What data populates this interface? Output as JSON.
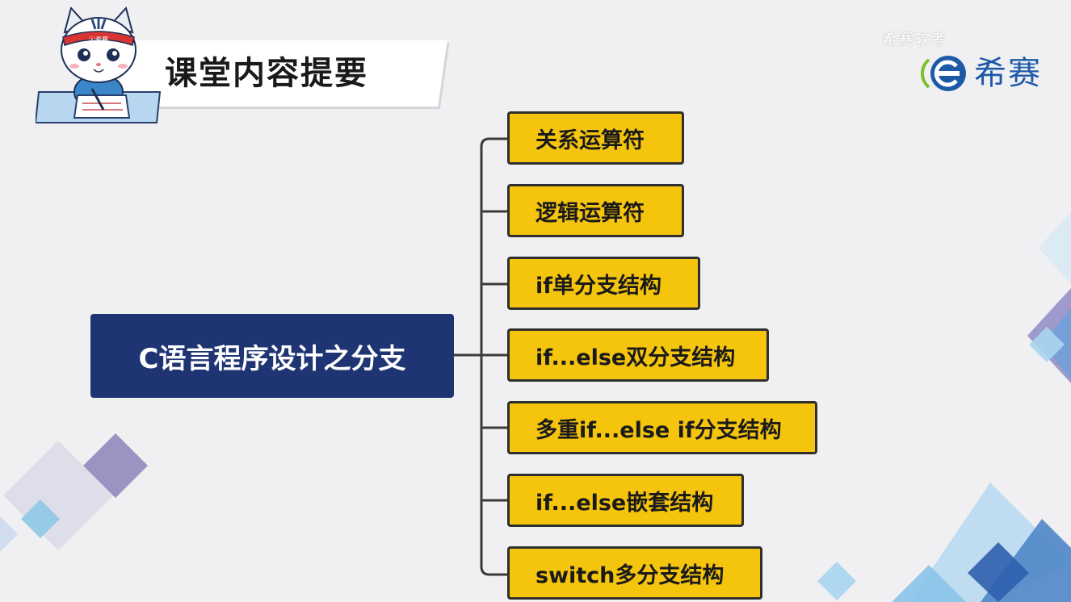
{
  "header": {
    "title": "课堂内容提要"
  },
  "watermark": {
    "text": "希赛软考"
  },
  "logo": {
    "text": "希赛",
    "mascot_headband": "ⓔ希赛"
  },
  "mindmap": {
    "root": "C语言程序设计之分支",
    "branches": [
      "关系运算符",
      "逻辑运算符",
      "if单分支结构",
      "if...else双分支结构",
      "多重if...else if分支结构",
      "if...else嵌套结构",
      "switch多分支结构"
    ]
  },
  "colors": {
    "root_bg": "#1f3472",
    "node_bg": "#f5c40d",
    "logo": "#1c5aa8",
    "logo_ring": "#7bbf2a"
  }
}
